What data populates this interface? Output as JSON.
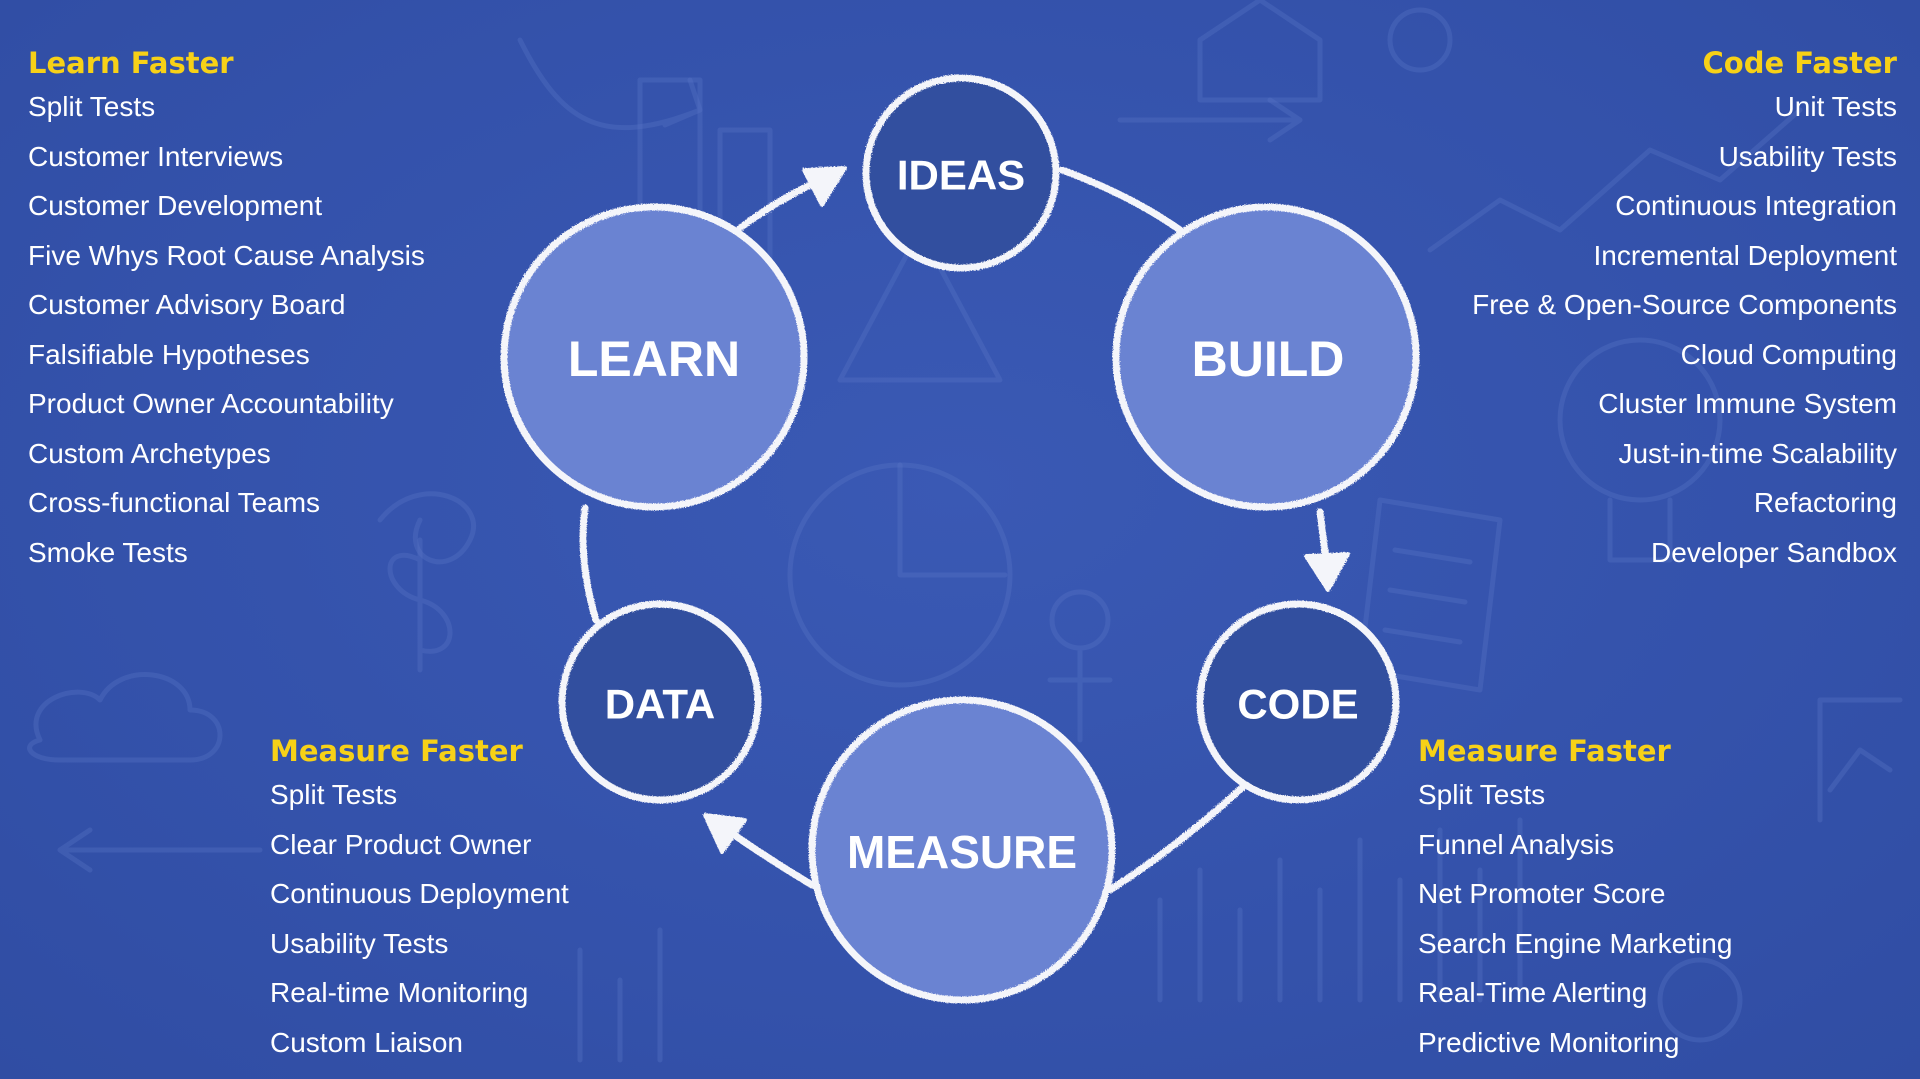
{
  "diagram": {
    "nodes": {
      "ideas": "IDEAS",
      "build": "BUILD",
      "code": "CODE",
      "measure": "MEASURE",
      "data": "DATA",
      "learn": "LEARN"
    }
  },
  "lists": {
    "learn_faster": {
      "title": "Learn Faster",
      "items": [
        "Split Tests",
        "Customer Interviews",
        "Customer Development",
        "Five Whys Root Cause Analysis",
        "Customer Advisory Board",
        "Falsifiable Hypotheses",
        "Product Owner Accountability",
        "Custom Archetypes",
        "Cross-functional Teams",
        "Smoke Tests"
      ]
    },
    "code_faster": {
      "title": "Code Faster",
      "items": [
        "Unit Tests",
        "Usability Tests",
        "Continuous Integration",
        "Incremental Deployment",
        "Free & Open-Source Components",
        "Cloud Computing",
        "Cluster Immune System",
        "Just-in-time Scalability",
        "Refactoring",
        "Developer Sandbox"
      ]
    },
    "measure_faster_left": {
      "title": "Measure Faster",
      "items": [
        "Split Tests",
        "Clear Product Owner",
        "Continuous Deployment",
        "Usability Tests",
        "Real-time Monitoring",
        "Custom Liaison"
      ]
    },
    "measure_faster_right": {
      "title": "Measure Faster",
      "items": [
        "Split Tests",
        "Funnel Analysis",
        "Net Promoter Score",
        "Search Engine Marketing",
        "Real-Time Alerting",
        "Predictive Monitoring"
      ]
    }
  },
  "colors": {
    "background": "#3654ad",
    "large_circle_fill": "#6a83d2",
    "small_circle_fill": "#33509f",
    "chalk_stroke": "#f4f5fa",
    "title_accent": "#f7d117",
    "text": "#ffffff"
  }
}
